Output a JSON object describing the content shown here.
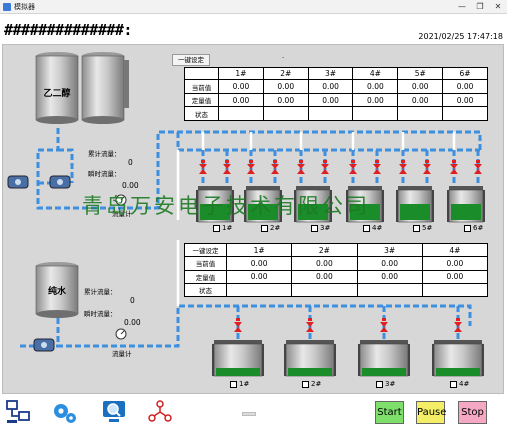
{
  "window": {
    "title": "模拟器",
    "minimize_glyph": "—",
    "restore_glyph": "❐",
    "close_glyph": "✕"
  },
  "header": {
    "plant_code": "##############:",
    "datetime": "2021/02/25 17:47:18",
    "dot": "."
  },
  "watermark": "青岛万安电子技术有限公司",
  "upper_table": {
    "preset_button": "一键设定",
    "columns": [
      "1#",
      "2#",
      "3#",
      "4#",
      "5#",
      "6#"
    ],
    "rows": [
      {
        "label": "当前值",
        "values": [
          "0.00",
          "0.00",
          "0.00",
          "0.00",
          "0.00",
          "0.00"
        ]
      },
      {
        "label": "定量值",
        "values": [
          "0.00",
          "0.00",
          "0.00",
          "0.00",
          "0.00",
          "0.00"
        ]
      },
      {
        "label": "状态",
        "values": [
          "",
          "",
          "",
          "",
          "",
          ""
        ]
      }
    ]
  },
  "lower_table": {
    "preset_button": "一键设定",
    "columns": [
      "1#",
      "2#",
      "3#",
      "4#"
    ],
    "rows": [
      {
        "label": "当前值",
        "values": [
          "0.00",
          "0.00",
          "0.00",
          "0.00"
        ]
      },
      {
        "label": "定量值",
        "values": [
          "0.00",
          "0.00",
          "0.00",
          "0.00"
        ]
      },
      {
        "label": "状态",
        "values": [
          "",
          "",
          "",
          ""
        ]
      }
    ]
  },
  "source_tanks": {
    "glycol": {
      "label": "乙二醇"
    },
    "water": {
      "label": "纯水"
    }
  },
  "glycol_flow": {
    "cumulative_label": "累计流量：",
    "cumulative_value": "0",
    "instant_label": "瞬时流量：",
    "instant_value": "0.00",
    "meter_label": "流量计"
  },
  "water_flow": {
    "cumulative_label": "累计流量：",
    "cumulative_value": "0",
    "instant_label": "瞬时流量：",
    "instant_value": "0.00",
    "meter_label": "流量计"
  },
  "upper_tanks": [
    "1#",
    "2#",
    "3#",
    "4#",
    "5#",
    "6#"
  ],
  "lower_tanks": [
    "1#",
    "2#",
    "3#",
    "4#"
  ],
  "footer": {
    "icons": [
      "network-icon",
      "settings-icon",
      "monitor-search-icon",
      "molecule-icon"
    ],
    "start": "Start",
    "pause": "Pause",
    "stop": "Stop"
  },
  "colors": {
    "pipe": "#3d8fe0",
    "valve": "#e02020",
    "liquid": "#1a8c2a",
    "start": "#7ee06b",
    "pause": "#f3ee66",
    "stop": "#f4a8c4",
    "watermark": "#1d7a24"
  }
}
